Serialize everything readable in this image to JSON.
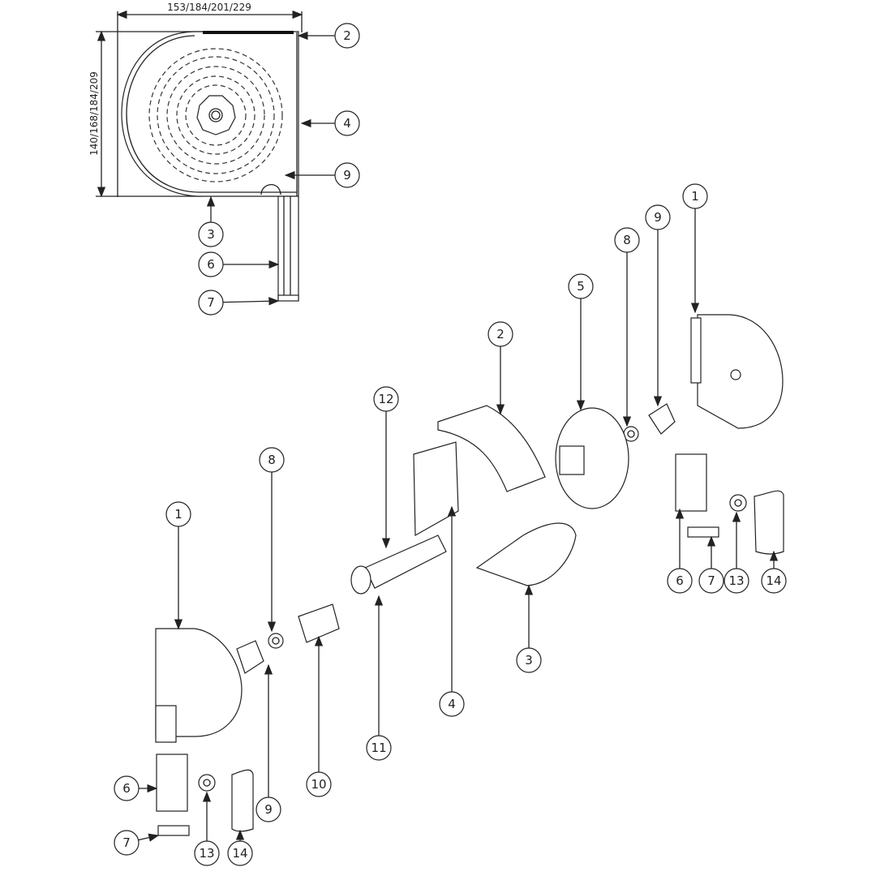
{
  "dimensions": {
    "width_label": "153/184/201/229",
    "height_label": "140/168/184/209"
  },
  "callouts": {
    "section_view": [
      "2",
      "4",
      "9",
      "3",
      "6",
      "7"
    ],
    "exploded_view": [
      "1",
      "9",
      "8",
      "5",
      "2",
      "12",
      "8",
      "1",
      "6",
      "7",
      "13",
      "14",
      "3",
      "4",
      "11",
      "10",
      "9",
      "6",
      "7",
      "13",
      "14"
    ]
  }
}
